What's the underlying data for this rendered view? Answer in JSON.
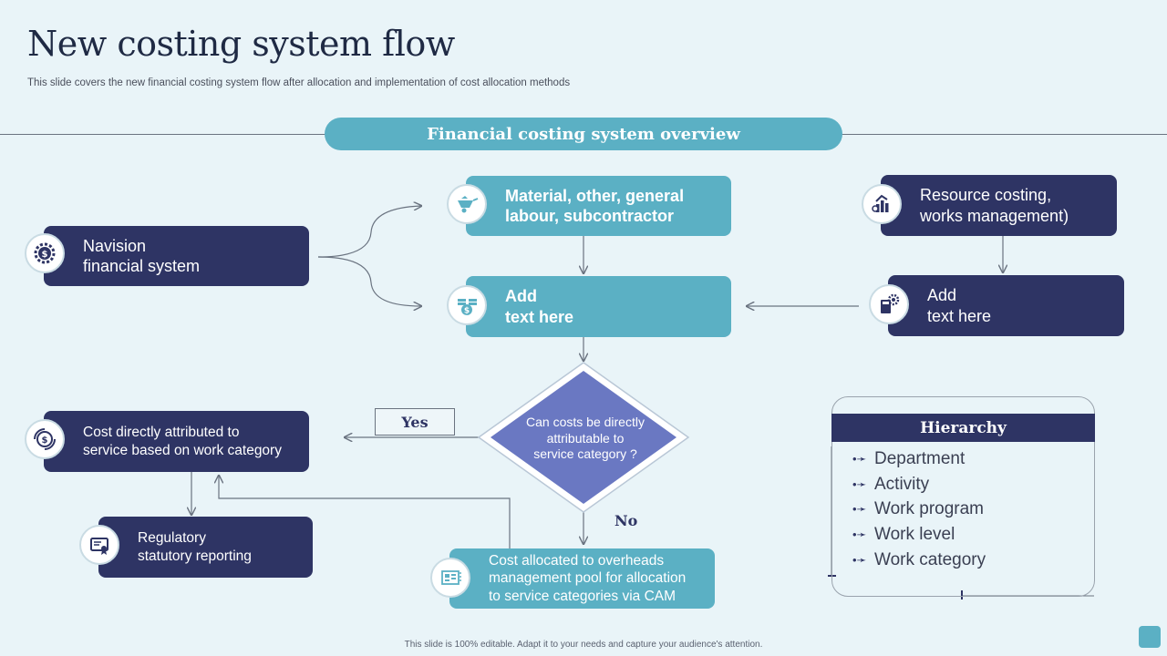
{
  "header": {
    "title": "New costing system flow",
    "subtitle": "This slide covers the new financial costing system flow after allocation and implementation of cost allocation methods"
  },
  "banner": {
    "label": "Financial costing system overview"
  },
  "nodes": {
    "navision": {
      "text": "Navision\nfinancial system",
      "icon": "dollar-gear-icon"
    },
    "material": {
      "text": "Material, other, general\nlabour, subcontractor",
      "icon": "wheelbarrow-icon"
    },
    "resource": {
      "text": "Resource costing,\nworks management)",
      "icon": "bar-chart-icon"
    },
    "add_center": {
      "text": "Add\ntext here",
      "icon": "money-stack-icon"
    },
    "add_right": {
      "text": "Add\ntext here",
      "icon": "calculator-gear-icon"
    },
    "decision": {
      "text": "Can costs be directly\nattributable to\nservice category ?"
    },
    "direct": {
      "text": "Cost directly attributed to\nservice based on work category",
      "icon": "dollar-target-icon"
    },
    "regulatory": {
      "text": "Regulatory\nstatutory  reporting",
      "icon": "certificate-icon"
    },
    "overheads": {
      "text": "Cost allocated to overheads\nmanagement pool for allocation\nto service categories via CAM",
      "icon": "dashboard-icon"
    }
  },
  "labels": {
    "yes": "Yes",
    "no": "No"
  },
  "hierarchy": {
    "title": "Hierarchy",
    "items": [
      "Department",
      "Activity",
      "Work program",
      "Work level",
      "Work category"
    ]
  },
  "footer": {
    "text": "This slide is 100% editable. Adapt it to your needs and capture your audience's attention."
  },
  "colors": {
    "navy": "#2e3464",
    "teal": "#5bb0c4",
    "diamond": "#6a78c2",
    "background": "#e9f4f8"
  }
}
